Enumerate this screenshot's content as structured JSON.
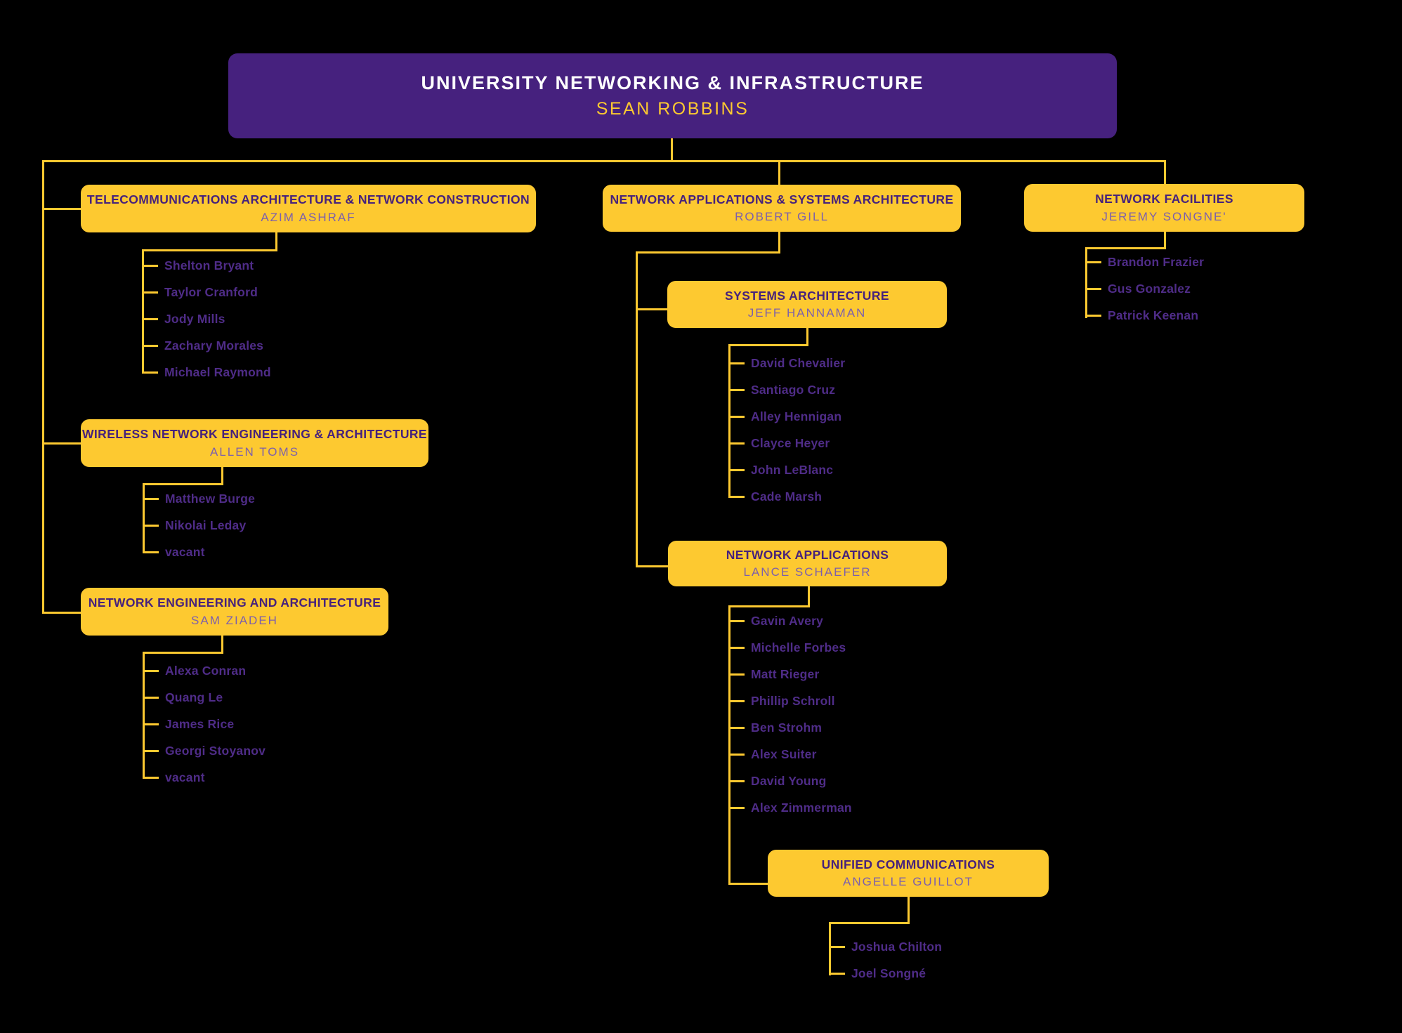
{
  "colors": {
    "bg": "#000000",
    "gold": "#FDC930",
    "purple": "#46217E",
    "title-purple": "#46217C",
    "lead-purple": "#7C5FAD",
    "member-purple": "#4F2C88",
    "root-title": "#FFFFFF"
  },
  "root": {
    "title": "UNIVERSITY NETWORKING & INFRASTRUCTURE",
    "name": "SEAN ROBBINS"
  },
  "groups": {
    "telecom": {
      "title": "TELECOMMUNICATIONS ARCHITECTURE & NETWORK CONSTRUCTION",
      "name": "AZIM ASHRAF",
      "members": [
        "Shelton Bryant",
        "Taylor Cranford",
        "Jody Mills",
        "Zachary Morales",
        "Michael Raymond"
      ]
    },
    "wireless": {
      "title": "WIRELESS NETWORK ENGINEERING & ARCHITECTURE",
      "name": "ALLEN TOMS",
      "members": [
        "Matthew Burge",
        "Nikolai Leday",
        "vacant"
      ]
    },
    "neteng": {
      "title": "NETWORK ENGINEERING AND ARCHITECTURE",
      "name": "SAM ZIADEH",
      "members": [
        "Alexa Conran",
        "Quang Le",
        "James Rice",
        "Georgi Stoyanov",
        "vacant"
      ]
    },
    "gill": {
      "title": "NETWORK APPLICATIONS & SYSTEMS ARCHITECTURE",
      "name": "ROBERT GILL",
      "members": []
    },
    "sysarch": {
      "title": "SYSTEMS ARCHITECTURE",
      "name": "JEFF HANNAMAN",
      "members": [
        "David Chevalier",
        "Santiago Cruz",
        "Alley Hennigan",
        "Clayce Heyer",
        "John LeBlanc",
        "Cade Marsh"
      ]
    },
    "netapps": {
      "title": "NETWORK APPLICATIONS",
      "name": "LANCE SCHAEFER",
      "members": [
        "Gavin Avery",
        "Michelle Forbes",
        "Matt Rieger",
        "Phillip Schroll",
        "Ben Strohm",
        "Alex Suiter",
        "David Young",
        "Alex Zimmerman"
      ]
    },
    "uc": {
      "title": "UNIFIED COMMUNICATIONS",
      "name": "ANGELLE GUILLOT",
      "members": [
        "Joshua Chilton",
        "Joel Songné"
      ]
    },
    "netfac": {
      "title": "NETWORK FACILITIES",
      "name": "JEREMY SONGNE'",
      "members": [
        "Brandon Frazier",
        "Gus Gonzalez",
        "Patrick Keenan"
      ]
    }
  }
}
